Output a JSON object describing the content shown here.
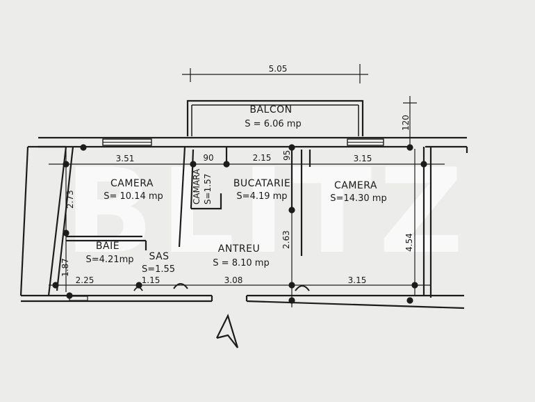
{
  "balcony": {
    "label": "BALCON",
    "area": "S = 6.06 mp"
  },
  "rooms": {
    "camera_left": {
      "label": "CAMERA",
      "area": "S= 10.14 mp"
    },
    "camara": {
      "label": "CAMARA",
      "area": "S=1.57"
    },
    "bucatarie": {
      "label": "BUCATARIE",
      "area": "S=4.19 mp"
    },
    "camera_right": {
      "label": "CAMERA",
      "area": "S=14.30 mp"
    },
    "baie": {
      "label": "BAIE",
      "area": "S=4.21mp"
    },
    "sas": {
      "label": "SAS",
      "area": "S=1.55"
    },
    "antreu": {
      "label": "ANTREU",
      "area": "S = 8.10 mp"
    }
  },
  "dimensions": {
    "balcony_width": "5.05",
    "balcony_depth": "120",
    "top_3_51": "3.51",
    "top_90": "90",
    "top_2_15": "2.15",
    "top_95": "95",
    "top_3_15": "3.15",
    "left_2_73": "2.73",
    "left_1_87": "1.87",
    "mid_2_63": "2.63",
    "right_4_54": "4.54",
    "bottom_2_25": "2.25",
    "bottom_1_15": "1.15",
    "bottom_3_08": "3.08",
    "bottom_3_15": "3.15"
  },
  "watermark": "BLITZ"
}
